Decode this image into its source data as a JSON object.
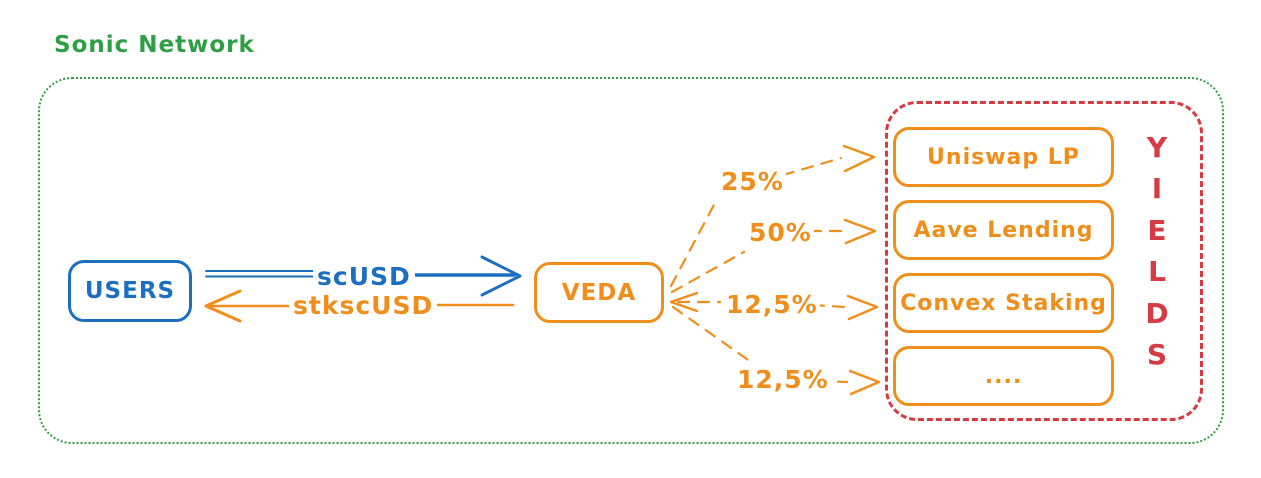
{
  "title": "Sonic Network",
  "nodes": {
    "users": "USERS",
    "veda": "VEDA"
  },
  "flows": {
    "to_veda": "scUSD",
    "to_users": "stkscUSD"
  },
  "allocations": [
    {
      "percent": "25%",
      "target": "Uniswap LP"
    },
    {
      "percent": "50%",
      "target": "Aave Lending"
    },
    {
      "percent": "12,5%",
      "target": "Convex Staking"
    },
    {
      "percent": "12,5%",
      "target": "...."
    }
  ],
  "yields_letters": [
    "Y",
    "I",
    "E",
    "L",
    "D",
    "S"
  ],
  "colors": {
    "boundary_green": "#2f9e44",
    "users_blue": "#1c6fbf",
    "veda_orange": "#ef8e1b",
    "yields_red": "#d63a42"
  }
}
